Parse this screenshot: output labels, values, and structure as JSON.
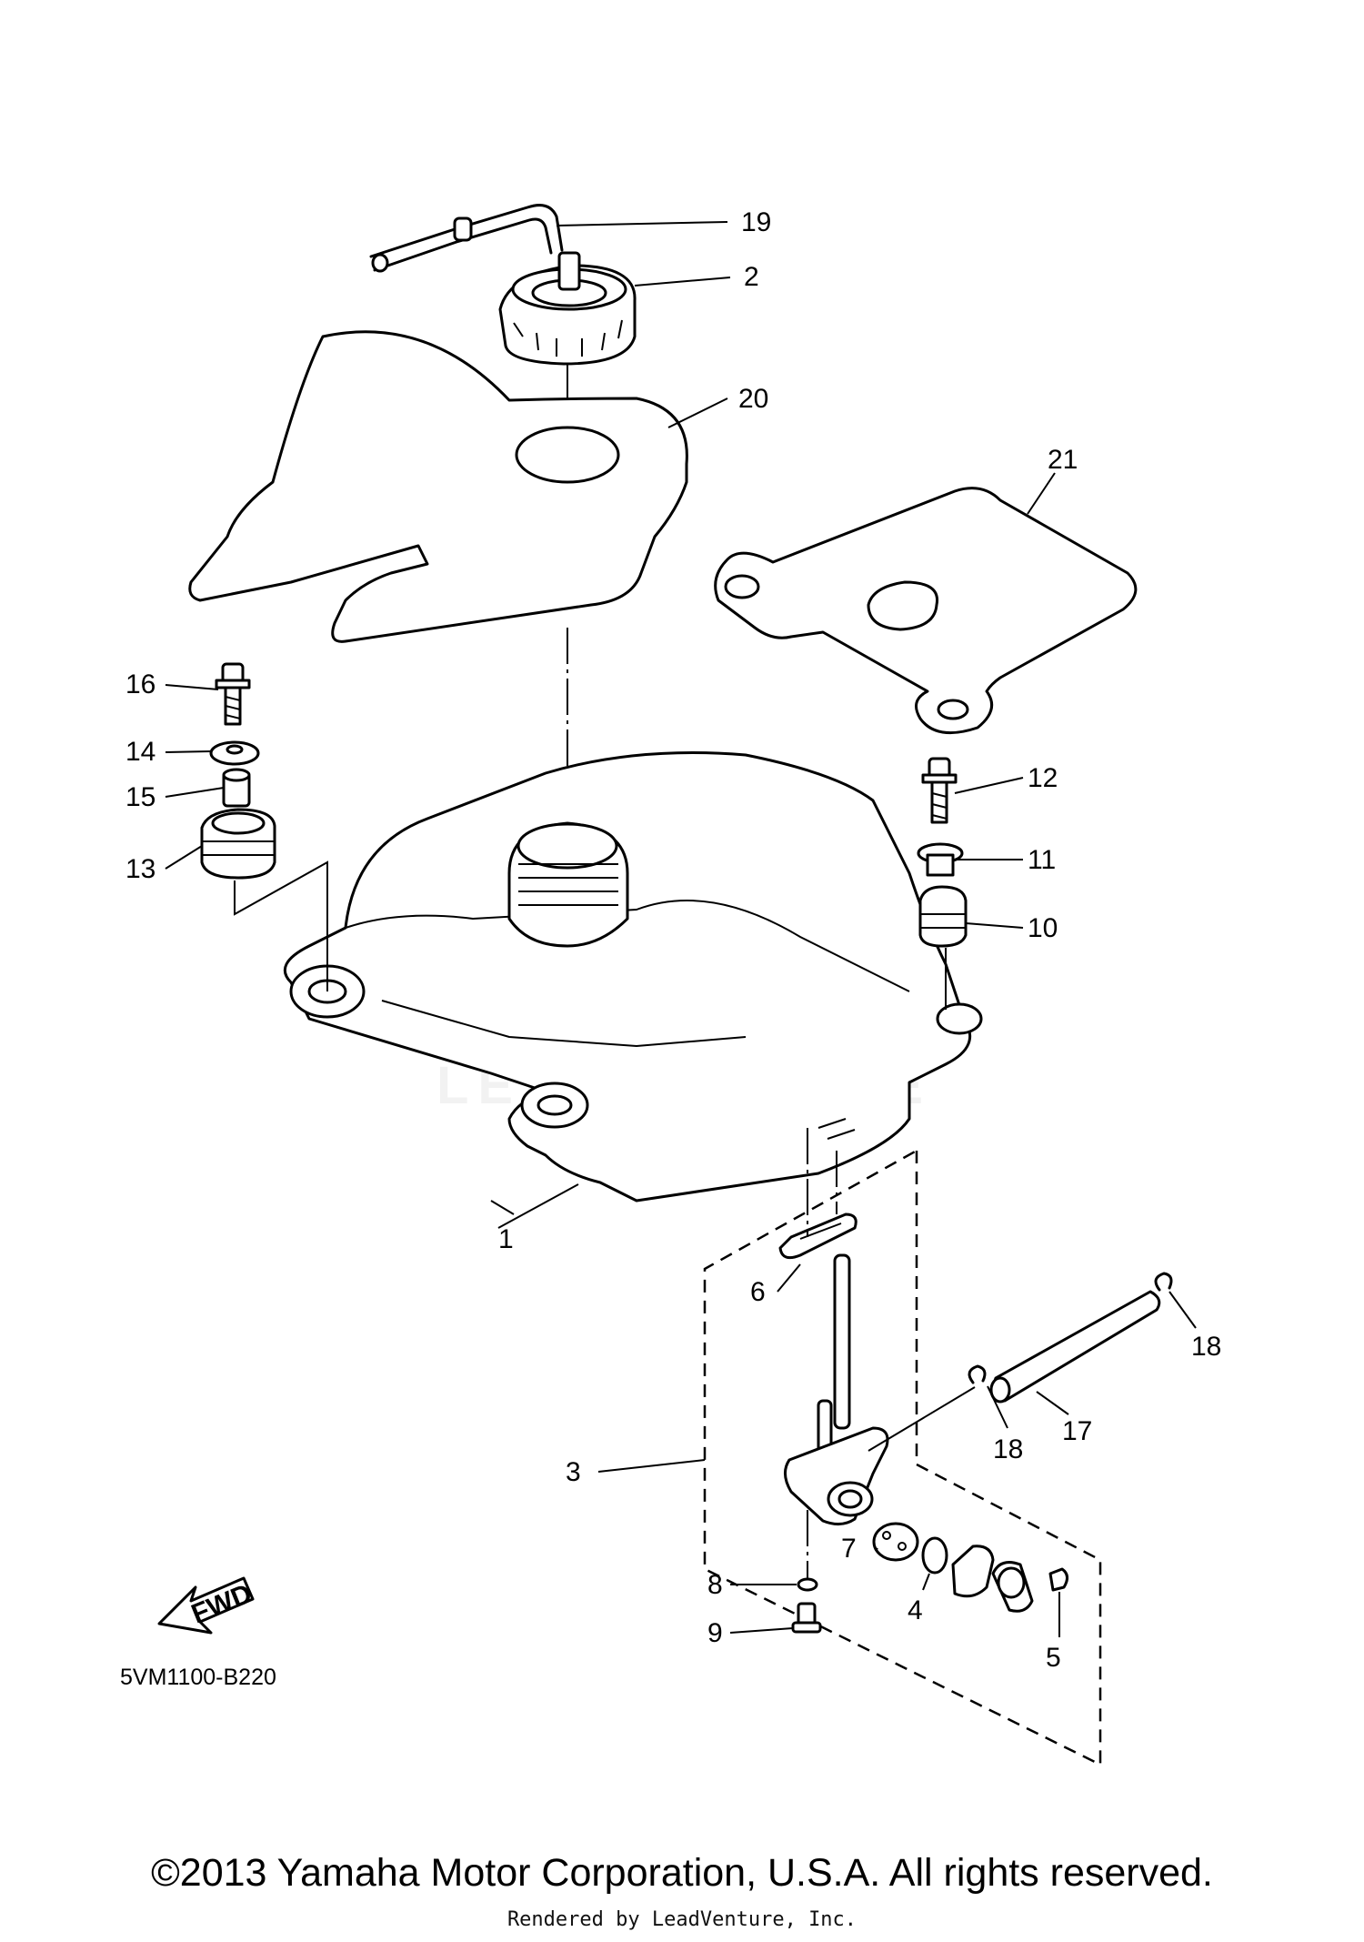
{
  "diagram": {
    "callouts": [
      {
        "id": "1",
        "label": "1"
      },
      {
        "id": "2",
        "label": "2"
      },
      {
        "id": "3",
        "label": "3"
      },
      {
        "id": "4",
        "label": "4"
      },
      {
        "id": "5",
        "label": "5"
      },
      {
        "id": "6",
        "label": "6"
      },
      {
        "id": "7",
        "label": "7"
      },
      {
        "id": "8",
        "label": "8"
      },
      {
        "id": "9",
        "label": "9"
      },
      {
        "id": "10",
        "label": "10"
      },
      {
        "id": "11",
        "label": "11"
      },
      {
        "id": "12",
        "label": "12"
      },
      {
        "id": "13",
        "label": "13"
      },
      {
        "id": "14",
        "label": "14"
      },
      {
        "id": "15",
        "label": "15"
      },
      {
        "id": "16",
        "label": "16"
      },
      {
        "id": "17",
        "label": "17"
      },
      {
        "id": "18a",
        "label": "18"
      },
      {
        "id": "18b",
        "label": "18"
      },
      {
        "id": "19",
        "label": "19"
      },
      {
        "id": "20",
        "label": "20"
      },
      {
        "id": "21",
        "label": "21"
      }
    ],
    "fwd_label": "FWD",
    "diagram_code": "5VM1100-B220",
    "watermark": "LEADVENTURE"
  },
  "footer": {
    "copyright": "©2013 Yamaha Motor Corporation, U.S.A. All rights reserved.",
    "rendered_by": "Rendered by LeadVenture, Inc."
  }
}
